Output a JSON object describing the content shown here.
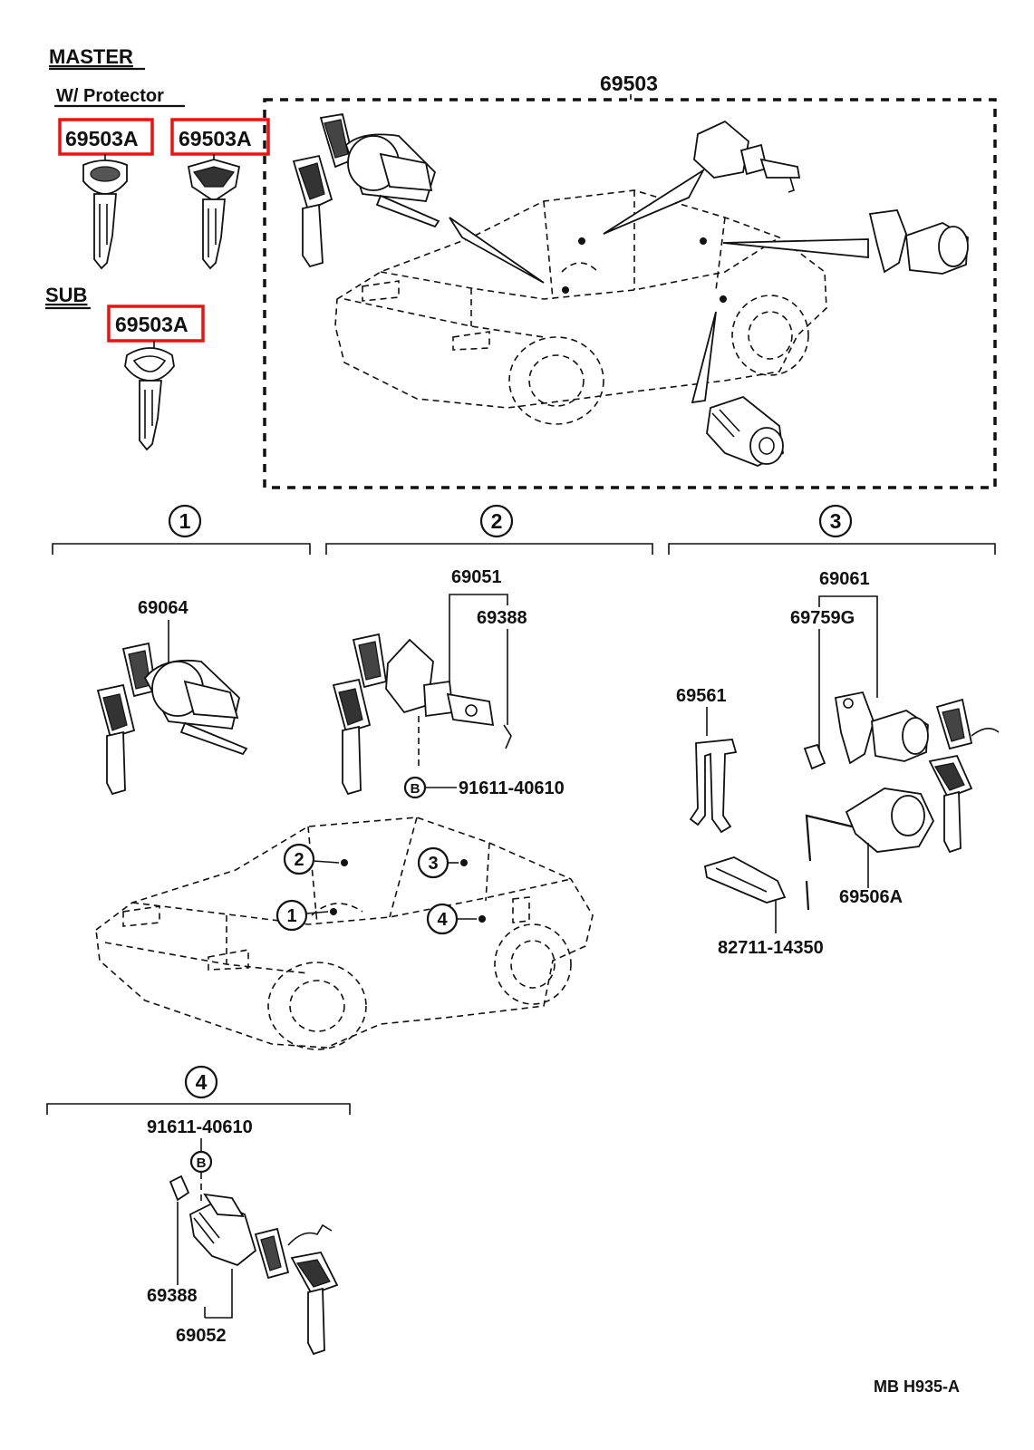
{
  "headers": {
    "master": "MASTER",
    "w_protector": "W/ Protector",
    "sub": "SUB"
  },
  "highlighted_parts": {
    "key_master_1": "69503A",
    "key_master_2": "69503A",
    "key_sub": "69503A",
    "highlight_color": "#ee1111"
  },
  "kit": {
    "label": "69503"
  },
  "sections": {
    "s1": {
      "marker": "1",
      "parts": [
        "69064"
      ]
    },
    "s2": {
      "marker": "2",
      "parts": [
        "69051",
        "69388",
        "91611-40610"
      ],
      "bolt_symbol": "B"
    },
    "s3": {
      "marker": "3",
      "parts": [
        "69061",
        "69759G",
        "69561",
        "69506A",
        "82711-14350"
      ]
    },
    "s4": {
      "marker": "4",
      "parts": [
        "91611-40610",
        "69388",
        "69052"
      ],
      "bolt_symbol": "B"
    }
  },
  "car_callouts": [
    "1",
    "2",
    "3",
    "4"
  ],
  "footer": {
    "code": "MB  H935-A"
  }
}
